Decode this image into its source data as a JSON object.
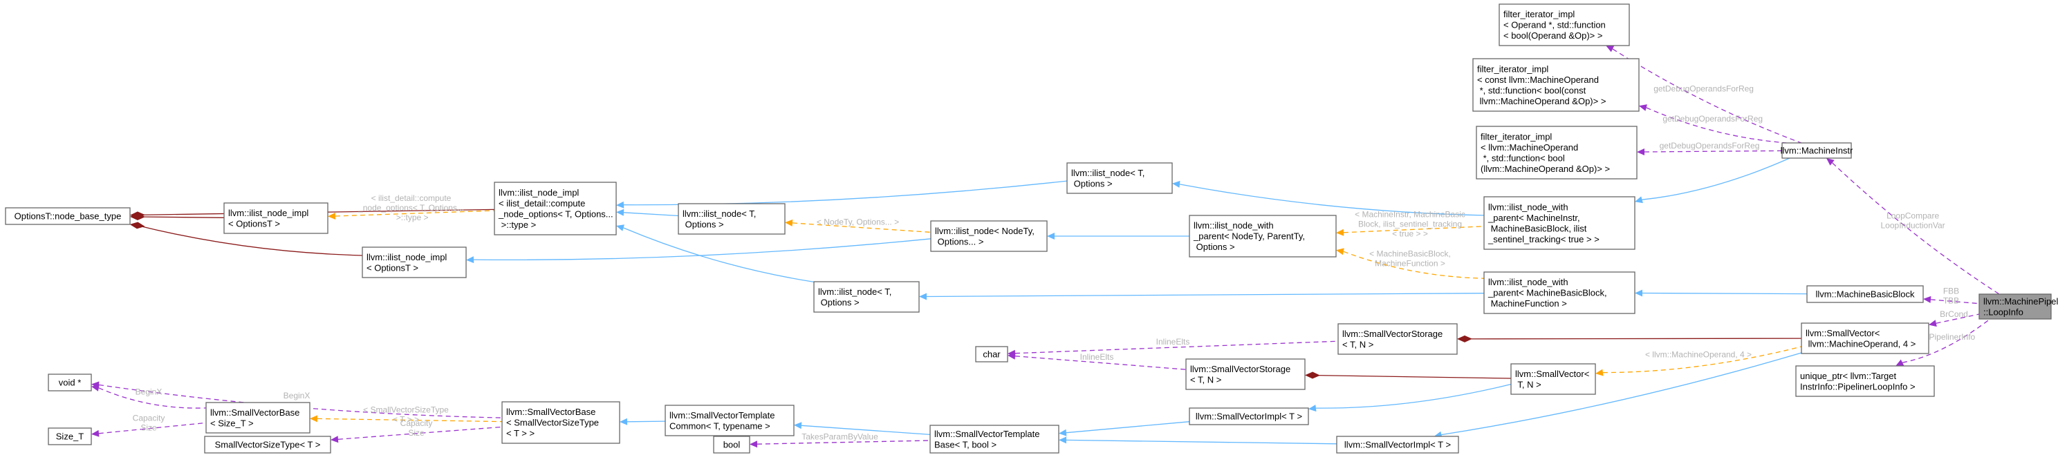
{
  "diagram": {
    "nodes": [
      {
        "id": "focus",
        "name": "node-machinepipeliner-loopinfo",
        "lines": [
          "llvm::MachinePipeliner",
          "::LoopInfo"
        ],
        "focus": true
      },
      {
        "id": "machineinstr",
        "name": "node-machineinstr",
        "lines": [
          "llvm::MachineInstr"
        ]
      },
      {
        "id": "fi1",
        "name": "node-filter-iterator-operand",
        "lines": [
          "filter_iterator_impl",
          "< Operand *, std::function",
          "< bool(Operand &Op)> >"
        ]
      },
      {
        "id": "fi2",
        "name": "node-filter-iterator-const-machineoperand",
        "lines": [
          "filter_iterator_impl",
          "< const llvm::MachineOperand",
          " *, std::function< bool(const",
          " llvm::MachineOperand &Op)> >"
        ]
      },
      {
        "id": "fi3",
        "name": "node-filter-iterator-machineoperand",
        "lines": [
          "filter_iterator_impl",
          "< llvm::MachineOperand",
          " *, std::function< bool",
          "(llvm::MachineOperand &Op)> >"
        ]
      },
      {
        "id": "iwp_mi",
        "name": "node-ilist-node-with-parent-machineinstr",
        "lines": [
          "llvm::ilist_node_with",
          "_parent< MachineInstr,",
          " MachineBasicBlock, ilist",
          "_sentinel_tracking< true > >"
        ]
      },
      {
        "id": "iln_top",
        "name": "node-ilist-node-t-options-top",
        "lines": [
          "llvm::ilist_node< T,",
          " Options >"
        ]
      },
      {
        "id": "ilni_main",
        "name": "node-ilist-node-impl-compute",
        "lines": [
          "llvm::ilist_node_impl",
          "< ilist_detail::compute",
          "_node_options< T, Options...",
          " >::type >"
        ]
      },
      {
        "id": "optionsT",
        "name": "node-options-node-base-type",
        "lines": [
          "OptionsT::node_base_type"
        ]
      },
      {
        "id": "ilni_opt",
        "name": "node-ilist-node-impl-optionst",
        "lines": [
          "llvm::ilist_node_impl",
          "< OptionsT >"
        ]
      },
      {
        "id": "ilni_opt2",
        "name": "node-ilist-node-impl-optionst-2",
        "lines": [
          "llvm::ilist_node_impl",
          "< OptionsT >"
        ]
      },
      {
        "id": "iln_mid",
        "name": "node-ilist-node-t-options-mid",
        "lines": [
          "llvm::ilist_node< T,",
          " Options >"
        ]
      },
      {
        "id": "iln_nodety",
        "name": "node-ilist-node-nodety",
        "lines": [
          "llvm::ilist_node< NodeTy,",
          " Options... >"
        ]
      },
      {
        "id": "iwp_generic",
        "name": "node-ilist-node-with-parent-generic",
        "lines": [
          "llvm::ilist_node_with",
          "_parent< NodeTy, ParentTy,",
          " Options >"
        ]
      },
      {
        "id": "iwp_mbb",
        "name": "node-ilist-node-with-parent-mbb",
        "lines": [
          "llvm::ilist_node_with",
          "_parent< MachineBasicBlock,",
          " MachineFunction >"
        ]
      },
      {
        "id": "mbb",
        "name": "node-machinebasicblock",
        "lines": [
          "llvm::MachineBasicBlock"
        ]
      },
      {
        "id": "iln_bot",
        "name": "node-ilist-node-t-options-bottom",
        "lines": [
          "llvm::ilist_node< T,",
          " Options >"
        ]
      },
      {
        "id": "sv_mo",
        "name": "node-smallvector-machineoperand",
        "lines": [
          "llvm::SmallVector<",
          " llvm::MachineOperand, 4 >"
        ]
      },
      {
        "id": "uptr",
        "name": "node-unique-ptr-pipelinerloopinfo",
        "lines": [
          "unique_ptr< llvm::Target",
          "InstrInfo::PipelinerLoopInfo >"
        ]
      },
      {
        "id": "svs1",
        "name": "node-smallvectorstorage-1",
        "lines": [
          "llvm::SmallVectorStorage",
          "< T, N >"
        ]
      },
      {
        "id": "svs2",
        "name": "node-smallvectorstorage-2",
        "lines": [
          "llvm::SmallVectorStorage",
          "< T, N >"
        ]
      },
      {
        "id": "char",
        "name": "node-char",
        "lines": [
          "char"
        ]
      },
      {
        "id": "sv_tn",
        "name": "node-smallvector-t-n",
        "lines": [
          "llvm::SmallVector<",
          " T, N >"
        ]
      },
      {
        "id": "svimpl1",
        "name": "node-smallvectorimpl-1",
        "lines": [
          "llvm::SmallVectorImpl< T >"
        ]
      },
      {
        "id": "svimpl2",
        "name": "node-smallvectorimpl-2",
        "lines": [
          "llvm::SmallVectorImpl< T >"
        ]
      },
      {
        "id": "svtb",
        "name": "node-smallvectortemplatebase",
        "lines": [
          "llvm::SmallVectorTemplate",
          "Base< T, bool >"
        ]
      },
      {
        "id": "svtc",
        "name": "node-smallvectortemplatecommon",
        "lines": [
          "llvm::SmallVectorTemplate",
          "Common< T, typename >"
        ]
      },
      {
        "id": "bool",
        "name": "node-bool",
        "lines": [
          "bool"
        ]
      },
      {
        "id": "svb_st",
        "name": "node-smallvectorbase-sizetype",
        "lines": [
          "llvm::SmallVectorBase",
          "< SmallVectorSizeType",
          "< T > >"
        ]
      },
      {
        "id": "svb_size",
        "name": "node-smallvectorbase-size-t",
        "lines": [
          "llvm::SmallVectorBase",
          "< Size_T >"
        ]
      },
      {
        "id": "voidp",
        "name": "node-void-pointer",
        "lines": [
          "void *"
        ]
      },
      {
        "id": "sizeT",
        "name": "node-size-t",
        "lines": [
          "Size_T"
        ]
      },
      {
        "id": "svst",
        "name": "node-smallvectorsizetype",
        "lines": [
          "SmallVectorSizeType< T >"
        ]
      }
    ],
    "edge_labels": {
      "loopcompare": [
        "LoopCompare",
        "LoopInductionVar"
      ],
      "fbb": [
        "FBB",
        "TBB"
      ],
      "brcond": [
        "BrCond"
      ],
      "looppipelinerinfo": [
        "LoopPipelinerInfo"
      ],
      "getdebug1": [
        "getDebugOperandsForReg"
      ],
      "getdebug2": [
        "getDebugOperandsForReg"
      ],
      "getdebug3": [
        "getDebugOperandsForReg"
      ],
      "mi_tpl": [
        "< MachineInstr, MachineBasic",
        "Block, ilist_sentinel_tracking",
        "< true > >"
      ],
      "mbb_tpl": [
        "< MachineBasicBlock,",
        "MachineFunction >"
      ],
      "nodety_tpl": [
        "< NodeTy, Options... >"
      ],
      "compute_tpl": [
        "< ilist_detail::compute",
        "_node_options< T, Options...",
        " >::type >"
      ],
      "mo_tpl": [
        "< llvm::MachineOperand, 4 >"
      ],
      "inline1": [
        "InlineElts"
      ],
      "inline2": [
        "InlineElts"
      ],
      "takesparam": [
        "TakesParamByValue"
      ],
      "sizetype_tpl": [
        "< SmallVectorSizeType",
        "< T > >"
      ],
      "beginx1": [
        "BeginX"
      ],
      "beginx2": [
        "BeginX"
      ],
      "capsize1": [
        "Capacity",
        "Size"
      ],
      "capsize2": [
        "Capacity",
        "Size"
      ]
    }
  }
}
